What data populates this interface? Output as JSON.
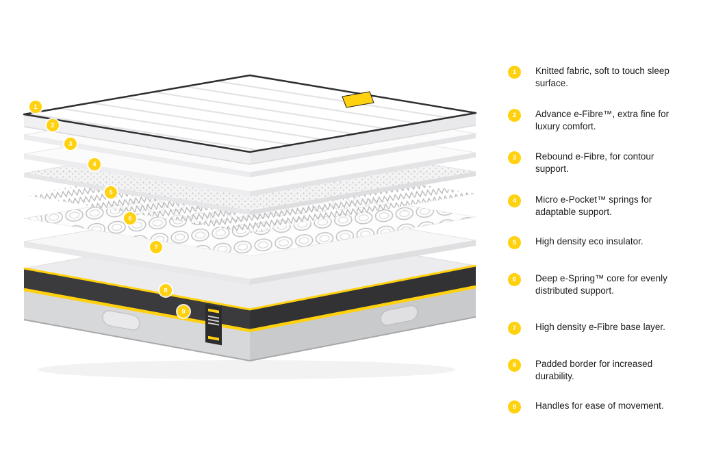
{
  "colors": {
    "accent": "#ffd10e",
    "marker_text": "#ffffff",
    "body_text": "#1c1c1c"
  },
  "diagram": {
    "markers": [
      "1",
      "2",
      "3",
      "4",
      "5",
      "6",
      "7",
      "8",
      "9"
    ]
  },
  "legend": {
    "items": [
      {
        "num": "1",
        "text": "Knitted fabric, soft to touch sleep surface."
      },
      {
        "num": "2",
        "text": "Advance e-Fibre™, extra fine for luxury comfort."
      },
      {
        "num": "3",
        "text": "Rebound e-Fibre, for contour support."
      },
      {
        "num": "4",
        "text": "Micro e-Pocket™ springs for adaptable support."
      },
      {
        "num": "5",
        "text": "High density eco insulator."
      },
      {
        "num": "6",
        "text": "Deep e-Spring™ core for evenly distributed support."
      },
      {
        "num": "7",
        "text": "High density e-Fibre base layer."
      },
      {
        "num": "8",
        "text": "Padded border for increased durability."
      },
      {
        "num": "9",
        "text": "Handles for ease of movement."
      }
    ]
  }
}
